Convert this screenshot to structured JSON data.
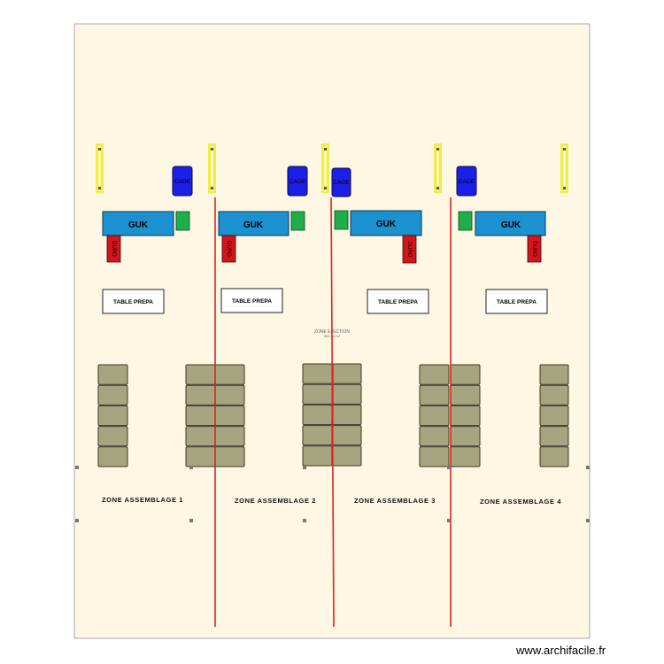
{
  "plan": {
    "background": "#fdf7e3",
    "border_color": "#aaaaaa",
    "center_label": "ZONE EJECTION",
    "center_area": "352.34 m²"
  },
  "colors": {
    "guk": "#1b91cf",
    "cage": "#1b1fe8",
    "green": "#1fae4a",
    "red_block": "#d1151b",
    "divider": "#e1231b",
    "rack": "#a7a480",
    "rail": "#f2ec45"
  },
  "labels": {
    "guk": "GUK",
    "cage": "CAGE",
    "duro": "DURO",
    "table": "TABLE PREPA"
  },
  "zones": [
    {
      "label": "ZONE ASSEMBLAGE 1"
    },
    {
      "label": "ZONE ASSEMBLAGE 2"
    },
    {
      "label": "ZONE ASSEMBLAGE 3"
    },
    {
      "label": "ZONE ASSEMBLAGE 4"
    }
  ],
  "footer": {
    "credit": "www.archifacile.fr"
  }
}
